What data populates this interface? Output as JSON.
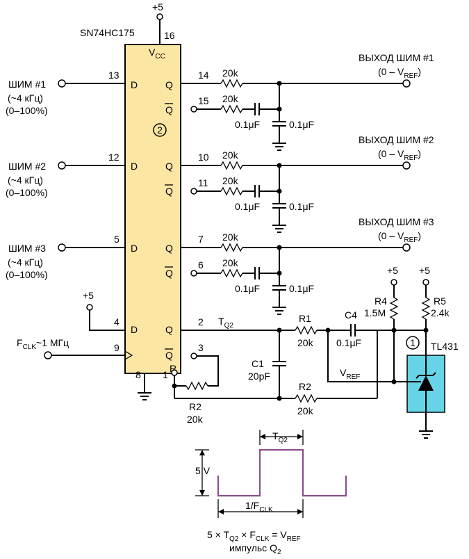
{
  "ic": {
    "name": "SN74HC175",
    "vcc": "V",
    "vcc_sub": "CC",
    "badge": "2",
    "supply": "+5",
    "pins": {
      "p16": "16",
      "p13": "13",
      "p12": "12",
      "p5": "5",
      "p4": "4",
      "p9": "9",
      "p8": "8",
      "p1": "1",
      "p14": "14",
      "p15": "15",
      "p10": "10",
      "p11": "11",
      "p7": "7",
      "p6": "6",
      "p2": "2",
      "p3": "3"
    },
    "labels": {
      "d": "D",
      "q": "Q",
      "qbar": "Q",
      "r": "R"
    }
  },
  "inputs": [
    {
      "label": "ШИМ #1",
      "freq": "(~4 кГц)",
      "range": "(0–100%)"
    },
    {
      "label": "ШИМ #2",
      "freq": "(~4 кГц)",
      "range": "(0–100%)"
    },
    {
      "label": "ШИМ #3",
      "freq": "(~4 кГц)",
      "range": "(0–100%)"
    }
  ],
  "d4_supply": "+5",
  "clock": {
    "f": "F",
    "sub": "CLK",
    "rest": "~1 МГц"
  },
  "outputs": [
    {
      "label": "ВЫХОД ШИМ #1",
      "range_pre": "(0 – V",
      "range_sub": "REF",
      "range_post": ")"
    },
    {
      "label": "ВЫХОД ШИМ #2",
      "range_pre": "(0 – V",
      "range_sub": "REF",
      "range_post": ")"
    },
    {
      "label": "ВЫХОД ШИМ #3",
      "range_pre": "(0 – V",
      "range_sub": "REF",
      "range_post": ")"
    }
  ],
  "filter": {
    "r": "20k",
    "c_series": "0.1μF",
    "c_shunt": "0.1μF"
  },
  "ref_circuit": {
    "tq2": "T",
    "tq2_sub": "Q2",
    "r1_name": "R1",
    "r1_val": "20k",
    "c4_name": "C4",
    "c4_val": "0.1μF",
    "c1_name": "C1",
    "c1_val": "20pF",
    "r2_name": "R2",
    "r2_val": "20k",
    "r2b_name": "R2",
    "r2b_val": "20k",
    "r4_name": "R4",
    "r4_val": "1.5M",
    "r5_name": "R5",
    "r5_val": "2.4k",
    "vref": "V",
    "vref_sub": "REF",
    "supply_a": "+5",
    "supply_b": "+5",
    "shunt_name": "TL431",
    "shunt_badge": "1"
  },
  "waveform": {
    "tq2": "T",
    "tq2_sub": "Q2",
    "amplitude": "5 V",
    "period_pre": "1/F",
    "period_sub": "CLK",
    "eq_a": "5 × T",
    "eq_a_sub": "Q2",
    "eq_b": " × F",
    "eq_b_sub": "CLK",
    "eq_c": " = V",
    "eq_c_sub": "REF",
    "caption": "импульс Q",
    "caption_sub": "2"
  },
  "colors": {
    "ic_fill": "#FCE6A4",
    "shunt_fill": "#66D3E6",
    "wave_color": "#8B4E8B"
  }
}
